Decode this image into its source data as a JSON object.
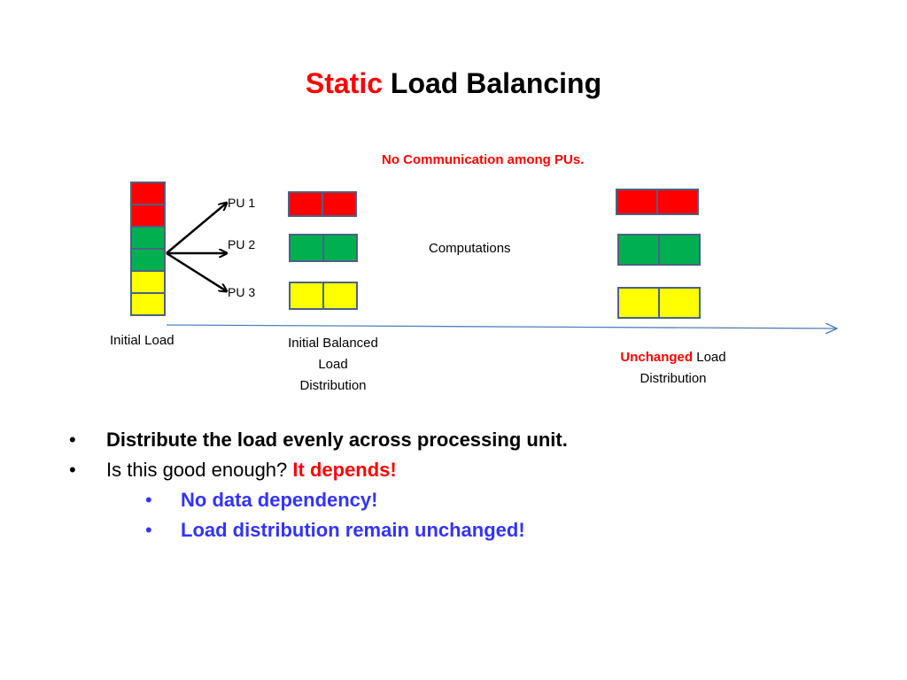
{
  "slide": {
    "title_accent": "Static",
    "title_rest": "Load Balancing"
  },
  "diagram": {
    "note": "No Communication among PUs.",
    "pu_labels": [
      "PU 1",
      "PU 2",
      "PU 3"
    ],
    "computations_label": "Computations",
    "initial_load_label": "Initial Load",
    "initial_balanced_label_lines": [
      "Initial Balanced",
      "Load",
      "Distribution"
    ],
    "unchanged_word": "Unchanged",
    "unchanged_rest": "Load",
    "unchanged_line2": "Distribution",
    "colors": {
      "red": "#ff0000",
      "green": "#00b050",
      "yellow": "#ffff00",
      "border": "#4a6283",
      "timeline": "#4f81bd"
    }
  },
  "bullets": {
    "b1": "Distribute the load evenly across processing unit.",
    "b2_plain": "Is this good enough?",
    "b2_red": "It depends!",
    "s1": "No data dependency!",
    "s2": "Load distribution remain unchanged!",
    "marker": "•"
  }
}
